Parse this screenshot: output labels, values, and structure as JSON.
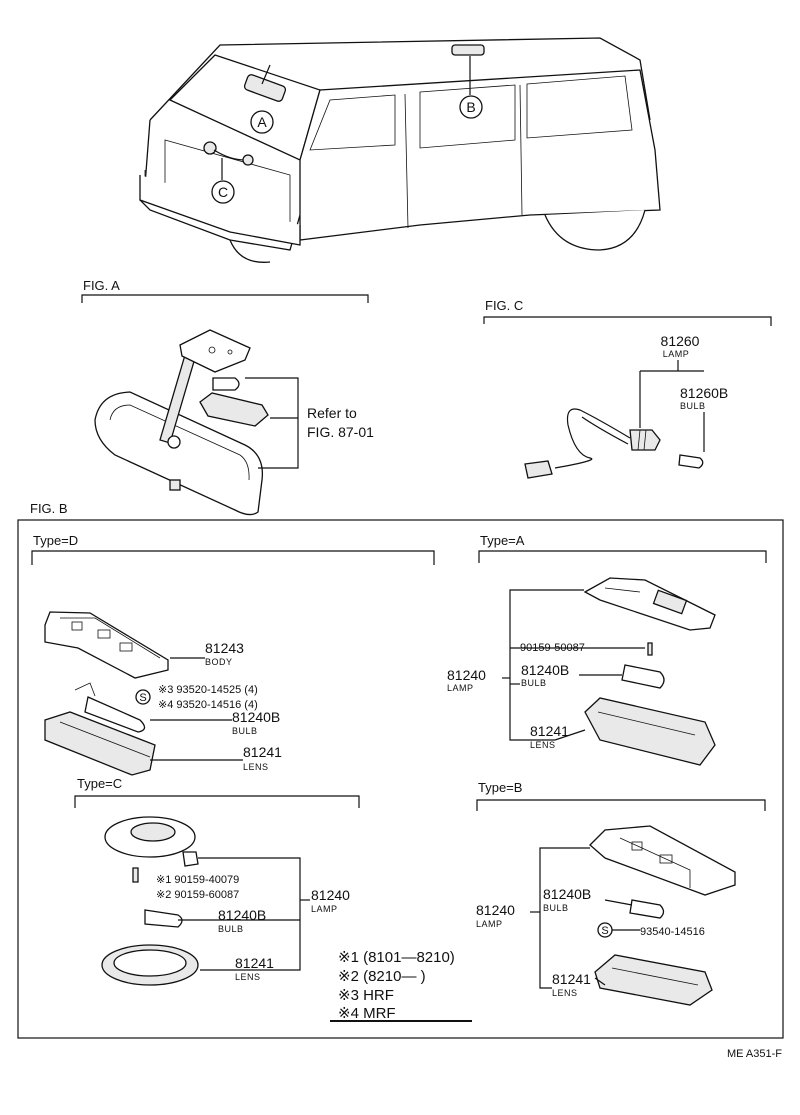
{
  "callouts": {
    "a": "A",
    "b": "B",
    "c": "C",
    "s": "S"
  },
  "fig_a": {
    "title": "FIG. A",
    "refer_line1": "Refer to",
    "refer_line2": "FIG. 87-01"
  },
  "fig_c": {
    "title": "FIG. C",
    "lamp_num": "81260",
    "lamp_lbl": "LAMP",
    "bulb_num": "81260B",
    "bulb_lbl": "BULB"
  },
  "fig_b": {
    "title": "FIG. B",
    "type_d": {
      "header": "Type=D",
      "body_num": "81243",
      "body_lbl": "BODY",
      "screw3": "※3 93520-14525 (4)",
      "screw4": "※4 93520-14516 (4)",
      "bulb_num": "81240B",
      "bulb_lbl": "BULB",
      "lens_num": "81241",
      "lens_lbl": "LENS"
    },
    "type_a": {
      "header": "Type=A",
      "screw": "90159-50087",
      "lamp_num": "81240",
      "lamp_lbl": "LAMP",
      "bulb_num": "81240B",
      "bulb_lbl": "BULB",
      "lens_num": "81241",
      "lens_lbl": "LENS"
    },
    "type_c": {
      "header": "Type=C",
      "screw1": "※1 90159-40079",
      "screw2": "※2 90159-60087",
      "lamp_num": "81240",
      "lamp_lbl": "LAMP",
      "bulb_num": "81240B",
      "bulb_lbl": "BULB",
      "lens_num": "81241",
      "lens_lbl": "LENS"
    },
    "type_b": {
      "header": "Type=B",
      "lamp_num": "81240",
      "lamp_lbl": "LAMP",
      "bulb_num": "81240B",
      "bulb_lbl": "BULB",
      "screw": "93540-14516",
      "lens_num": "81241",
      "lens_lbl": "LENS"
    },
    "notes": {
      "n1": "※1 (8101—8210)",
      "n2": "※2 (8210—       )",
      "n3": "※3 HRF",
      "n4": "※4 MRF"
    }
  },
  "footer": "ME  A351-F"
}
